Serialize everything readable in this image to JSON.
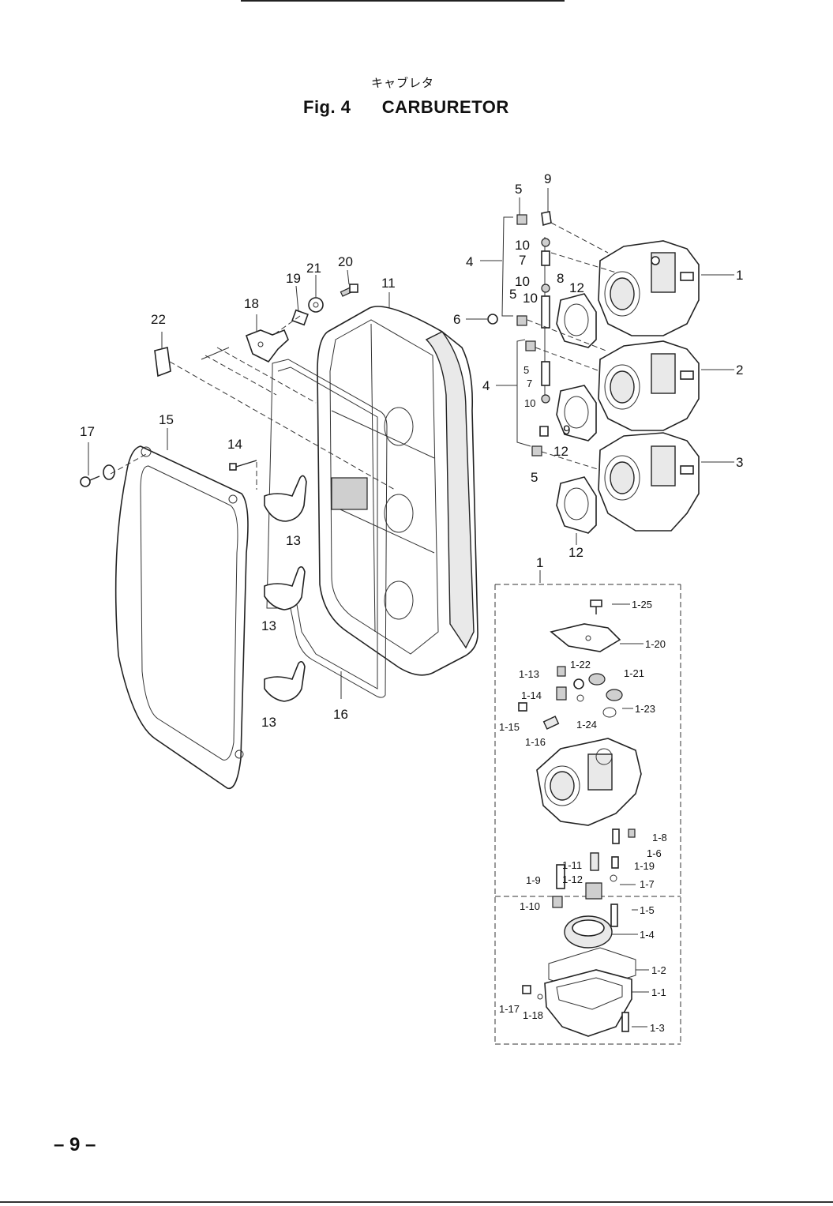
{
  "header": {
    "subtitle_jp": "キャブレタ",
    "fig_label": "Fig. 4",
    "title": "CARBURETOR"
  },
  "footer": {
    "page_number": "– 9 –"
  },
  "callouts": {
    "c1": "1",
    "c2": "2",
    "c3": "3",
    "c4a": "4",
    "c4b": "4",
    "c5a": "5",
    "c5b": "5",
    "c5c": "5",
    "c5d": "5",
    "c6": "6",
    "c7a": "7",
    "c7b": "7",
    "c8": "8",
    "c9a": "9",
    "c9b": "9",
    "c10a": "10",
    "c10b": "10",
    "c10c": "10",
    "c10d": "10",
    "c11": "11",
    "c12a": "12",
    "c12b": "12",
    "c12c": "12",
    "c13a": "13",
    "c13b": "13",
    "c13c": "13",
    "c14": "14",
    "c15": "15",
    "c16": "16",
    "c17": "17",
    "c18": "18",
    "c19": "19",
    "c20": "20",
    "c21": "21",
    "c22": "22",
    "d1": "1",
    "d1_25": "1-25",
    "d1_20": "1-20",
    "d1_13": "1-13",
    "d1_22": "1-22",
    "d1_21": "1-21",
    "d1_14": "1-14",
    "d1_23": "1-23",
    "d1_15": "1-15",
    "d1_24": "1-24",
    "d1_16": "1-16",
    "d1_8": "1-8",
    "d1_6": "1-6",
    "d1_11": "1-11",
    "d1_19": "1-19",
    "d1_9": "1-9",
    "d1_12": "1-12",
    "d1_7": "1-7",
    "d1_10": "1-10",
    "d1_5": "1-5",
    "d1_4": "1-4",
    "d1_2": "1-2",
    "d1_1": "1-1",
    "d1_17": "1-17",
    "d1_18": "1-18",
    "d1_3": "1-3"
  }
}
